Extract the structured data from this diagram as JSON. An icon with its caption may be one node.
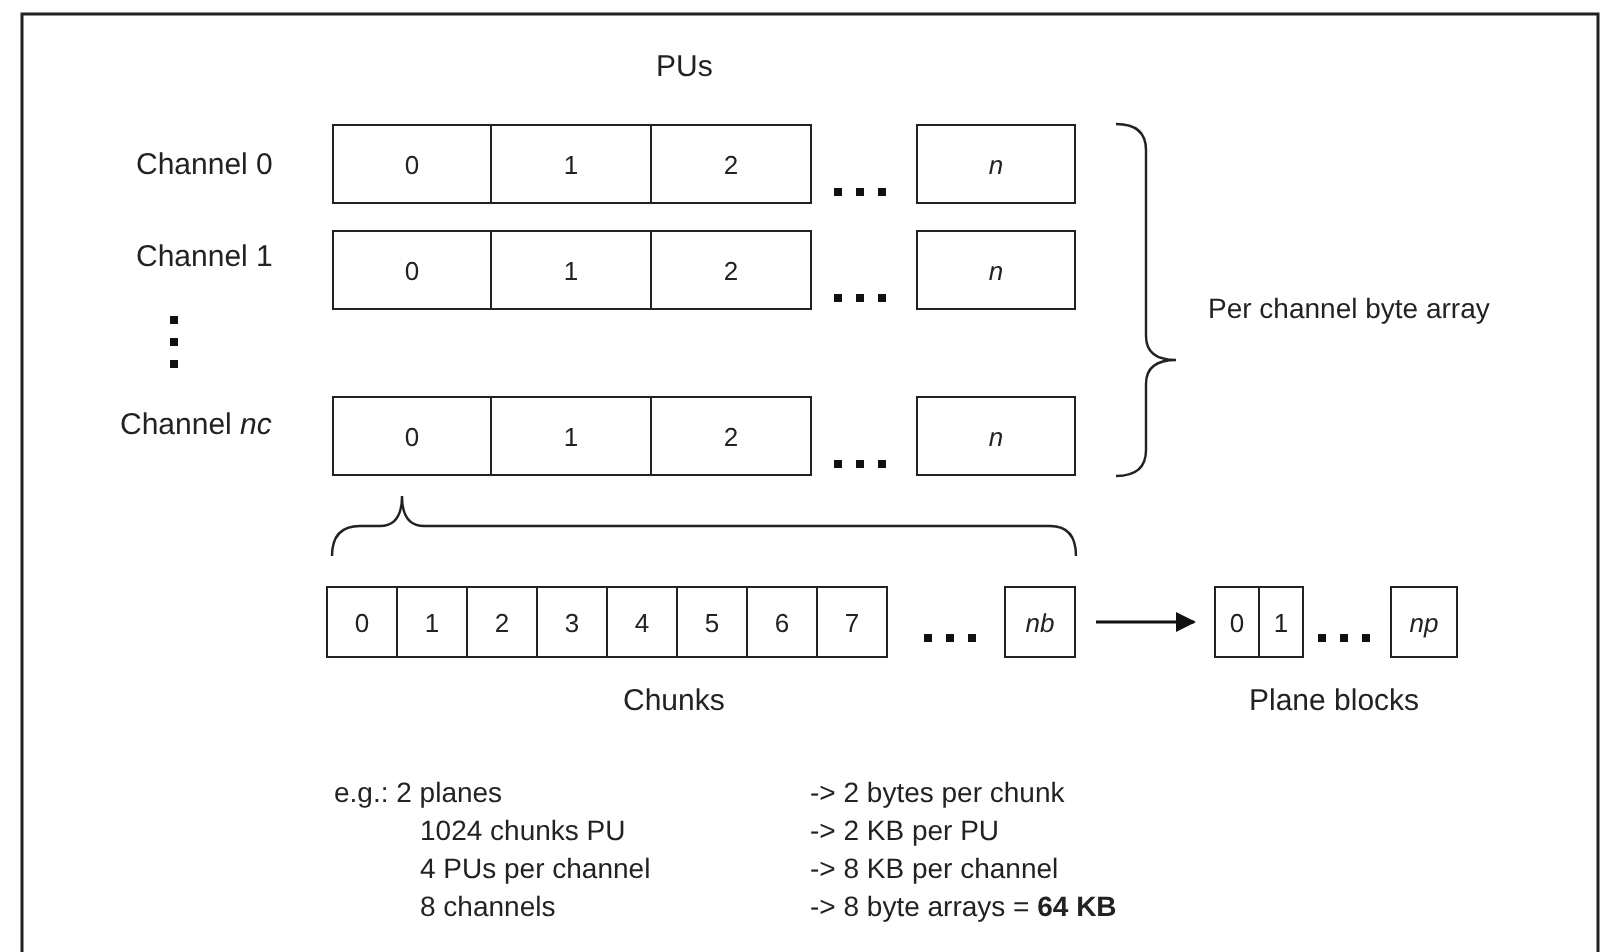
{
  "diagram": {
    "nodes": [
      {
        "text": [
          "0"
        ]
      },
      {
        "text": [
          "1"
        ]
      },
      {
        "text": [
          "2"
        ]
      },
      {
        "text": [
          "n"
        ]
      },
      {
        "text": [
          "0"
        ]
      },
      {
        "text": [
          "1"
        ]
      },
      {
        "text": [
          "2"
        ]
      },
      {
        "text": [
          "n"
        ]
      },
      {
        "text": [
          "0"
        ]
      },
      {
        "text": [
          "1"
        ]
      },
      {
        "text": [
          "2"
        ]
      },
      {
        "text": [
          "n"
        ]
      },
      {
        "text": [
          "0"
        ]
      },
      {
        "text": [
          "1"
        ]
      },
      {
        "text": [
          "2"
        ]
      },
      {
        "text": [
          "3"
        ]
      },
      {
        "text": [
          "4"
        ]
      },
      {
        "text": [
          "5"
        ]
      },
      {
        "text": [
          "6"
        ]
      },
      {
        "text": [
          "7"
        ]
      },
      {
        "text": [
          "nb"
        ]
      },
      {
        "text": [
          "0"
        ]
      },
      {
        "text": [
          "1"
        ]
      },
      {
        "text": [
          "np"
        ]
      }
    ],
    "edges": [
      {
        "from": 20,
        "to": 21,
        "arrow": "to"
      }
    ],
    "labels": [
      "PUs",
      "Channel 0",
      "Channel 1",
      "Per channel byte array",
      "Channel *nc*",
      "Chunks",
      "Plane blocks",
      "e.g.: 2 planes",
      "-> 2 bytes per chunk",
      "1024 chunks PU",
      "-> 2 KB per PU",
      "4 PUs per channel",
      "-> 8 KB per channel",
      "8 channels",
      "-> 8 byte arrays = **64 KB**"
    ]
  }
}
